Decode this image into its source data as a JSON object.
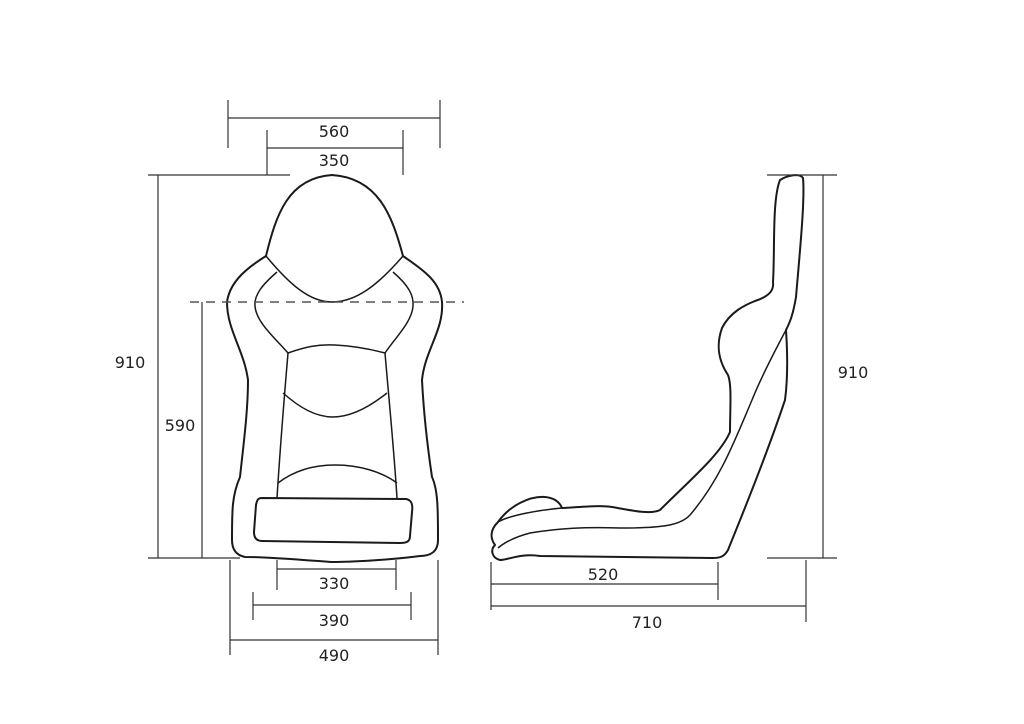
{
  "front_view": {
    "dimensions": {
      "overall_width": "560",
      "headrest_width": "350",
      "overall_height": "910",
      "shoulder_height": "590",
      "cushion_width": "330",
      "seat_width": "390",
      "base_width": "490"
    }
  },
  "side_view": {
    "dimensions": {
      "overall_height": "910",
      "seat_depth": "520",
      "overall_depth": "710"
    }
  },
  "colors": {
    "line": "#1a1a1a",
    "background": "#ffffff"
  }
}
